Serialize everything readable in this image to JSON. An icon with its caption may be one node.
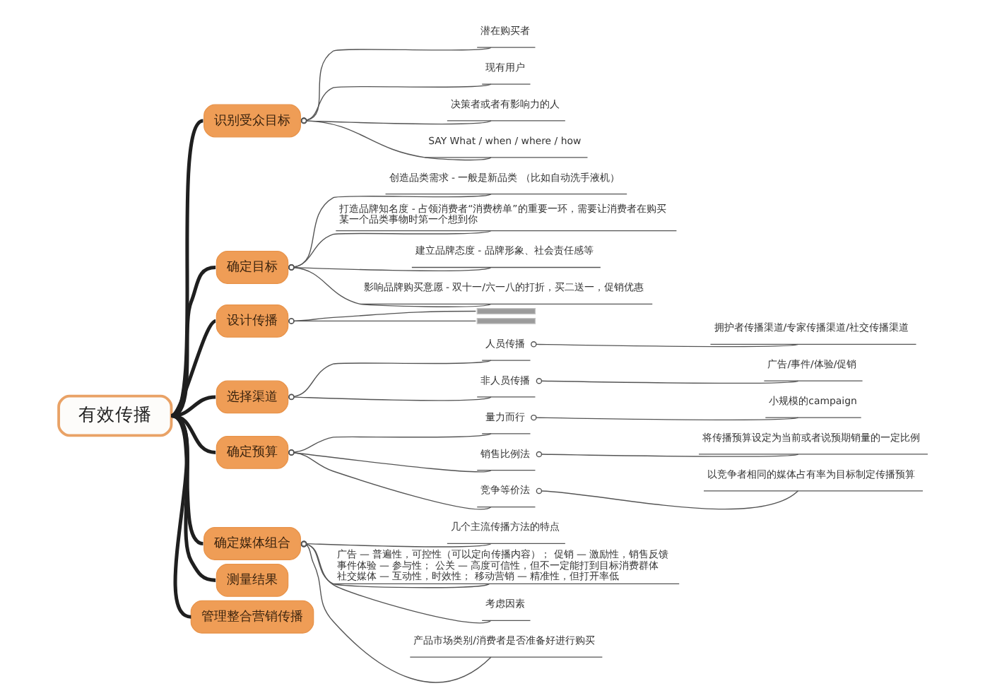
{
  "diagram": {
    "nodes": [
      {
        "text": [
          "有效传播"
        ]
      },
      {
        "text": [
          "识别受众目标"
        ]
      },
      {
        "text": [
          "潜在购买者"
        ]
      },
      {
        "text": [
          "现有用户"
        ]
      },
      {
        "text": [
          "决策者或者有影响力的人"
        ]
      },
      {
        "text": [
          "SAY What / when / where / how"
        ]
      },
      {
        "text": [
          "确定目标"
        ]
      },
      {
        "text": [
          "创造品类需求 - 一般是新品类 （比如自动洗手液机）"
        ]
      },
      {
        "text": [
          "打造品牌知名度 - 占领消费者“消费榜单”的重要一环，需要让消费者在购买某一个品类事物时第一个想到你"
        ]
      },
      {
        "text": [
          "建立品牌态度 - 品牌形象、社会责任感等"
        ]
      },
      {
        "text": [
          "影响品牌购买意愿 - 双十一/六一八的打折，买二送一，促销优惠"
        ]
      },
      {
        "text": [
          "设计传播"
        ]
      },
      {
        "text": [],
        "shape": "bar"
      },
      {
        "text": [],
        "shape": "bar"
      },
      {
        "text": [
          "选择渠道"
        ]
      },
      {
        "text": [
          "人员传播"
        ]
      },
      {
        "text": [
          "拥护者传播渠道/专家传播渠道/社交传播渠道"
        ]
      },
      {
        "text": [
          "非人员传播"
        ]
      },
      {
        "text": [
          "广告/事件/体验/促销"
        ]
      },
      {
        "text": [
          "确定预算"
        ]
      },
      {
        "text": [
          "量力而行"
        ]
      },
      {
        "text": [
          "小规模的campaign"
        ]
      },
      {
        "text": [
          "销售比例法"
        ]
      },
      {
        "text": [
          "将传播预算设定为当前或者说预期销量的一定比例"
        ]
      },
      {
        "text": [
          "竞争等价法"
        ]
      },
      {
        "text": [
          "以竞争者相同的媒体占有率为目标制定传播预算"
        ]
      },
      {
        "text": [
          "确定媒体组合"
        ]
      },
      {
        "text": [
          "几个主流传播方法的特点"
        ]
      },
      {
        "text": [
          "广告 — 普遍性，可控性（可以定向传播内容）； 促销 — 激励性，销售反馈",
          "事件体验 — 参与性； 公关 — 高度可信性，但不一定能打到目标消费群体",
          "社交媒体 — 互动性，时效性； 移动营销 — 精准性，但打开率低"
        ]
      },
      {
        "text": [
          "考虑因素"
        ]
      },
      {
        "text": [
          "产品市场类别/消费者是否准备好进行购买"
        ]
      },
      {
        "text": [
          "测量结果"
        ]
      },
      {
        "text": [
          "管理整合营销传播"
        ]
      }
    ],
    "edges": [
      {
        "from": 0,
        "to": 1,
        "arrow": "none",
        "style": "thick",
        "color": "#1f1f1f"
      },
      {
        "from": 1,
        "to": 2,
        "arrow": "other"
      },
      {
        "from": 1,
        "to": 3,
        "arrow": "other"
      },
      {
        "from": 1,
        "to": 4,
        "arrow": "other"
      },
      {
        "from": 1,
        "to": 5,
        "arrow": "other"
      },
      {
        "from": 0,
        "to": 6,
        "arrow": "none",
        "style": "thick",
        "color": "#1f1f1f"
      },
      {
        "from": 6,
        "to": 7,
        "arrow": "other"
      },
      {
        "from": 6,
        "to": 8,
        "arrow": "other"
      },
      {
        "from": 6,
        "to": 9,
        "arrow": "other"
      },
      {
        "from": 6,
        "to": 10,
        "arrow": "other"
      },
      {
        "from": 0,
        "to": 11,
        "arrow": "none",
        "style": "thick",
        "color": "#1f1f1f"
      },
      {
        "from": 11,
        "to": 12,
        "arrow": "other"
      },
      {
        "from": 11,
        "to": 13,
        "arrow": "other"
      },
      {
        "from": 0,
        "to": 14,
        "arrow": "none",
        "style": "thick",
        "color": "#1f1f1f"
      },
      {
        "from": 14,
        "to": 15,
        "arrow": "other"
      },
      {
        "from": 15,
        "to": 16,
        "arrow": "other"
      },
      {
        "from": 14,
        "to": 17,
        "arrow": "other"
      },
      {
        "from": 17,
        "to": 18,
        "arrow": "other"
      },
      {
        "from": 0,
        "to": 19,
        "arrow": "none",
        "style": "thick",
        "color": "#1f1f1f"
      },
      {
        "from": 19,
        "to": 20,
        "arrow": "other"
      },
      {
        "from": 20,
        "to": 21,
        "arrow": "other"
      },
      {
        "from": 19,
        "to": 22,
        "arrow": "other"
      },
      {
        "from": 22,
        "to": 23,
        "arrow": "other"
      },
      {
        "from": 19,
        "to": 24,
        "arrow": "other"
      },
      {
        "from": 24,
        "to": 25,
        "arrow": "other"
      },
      {
        "from": 0,
        "to": 26,
        "arrow": "none",
        "style": "thick",
        "color": "#1f1f1f"
      },
      {
        "from": 26,
        "to": 27,
        "arrow": "other"
      },
      {
        "from": 26,
        "to": 28,
        "arrow": "other"
      },
      {
        "from": 26,
        "to": 29,
        "arrow": "other"
      },
      {
        "from": 26,
        "to": 30,
        "arrow": "other"
      },
      {
        "from": 0,
        "to": 31,
        "arrow": "none",
        "style": "thick",
        "color": "#1f1f1f"
      },
      {
        "from": 0,
        "to": 32,
        "arrow": "none",
        "style": "thick",
        "color": "#1f1f1f"
      }
    ]
  }
}
